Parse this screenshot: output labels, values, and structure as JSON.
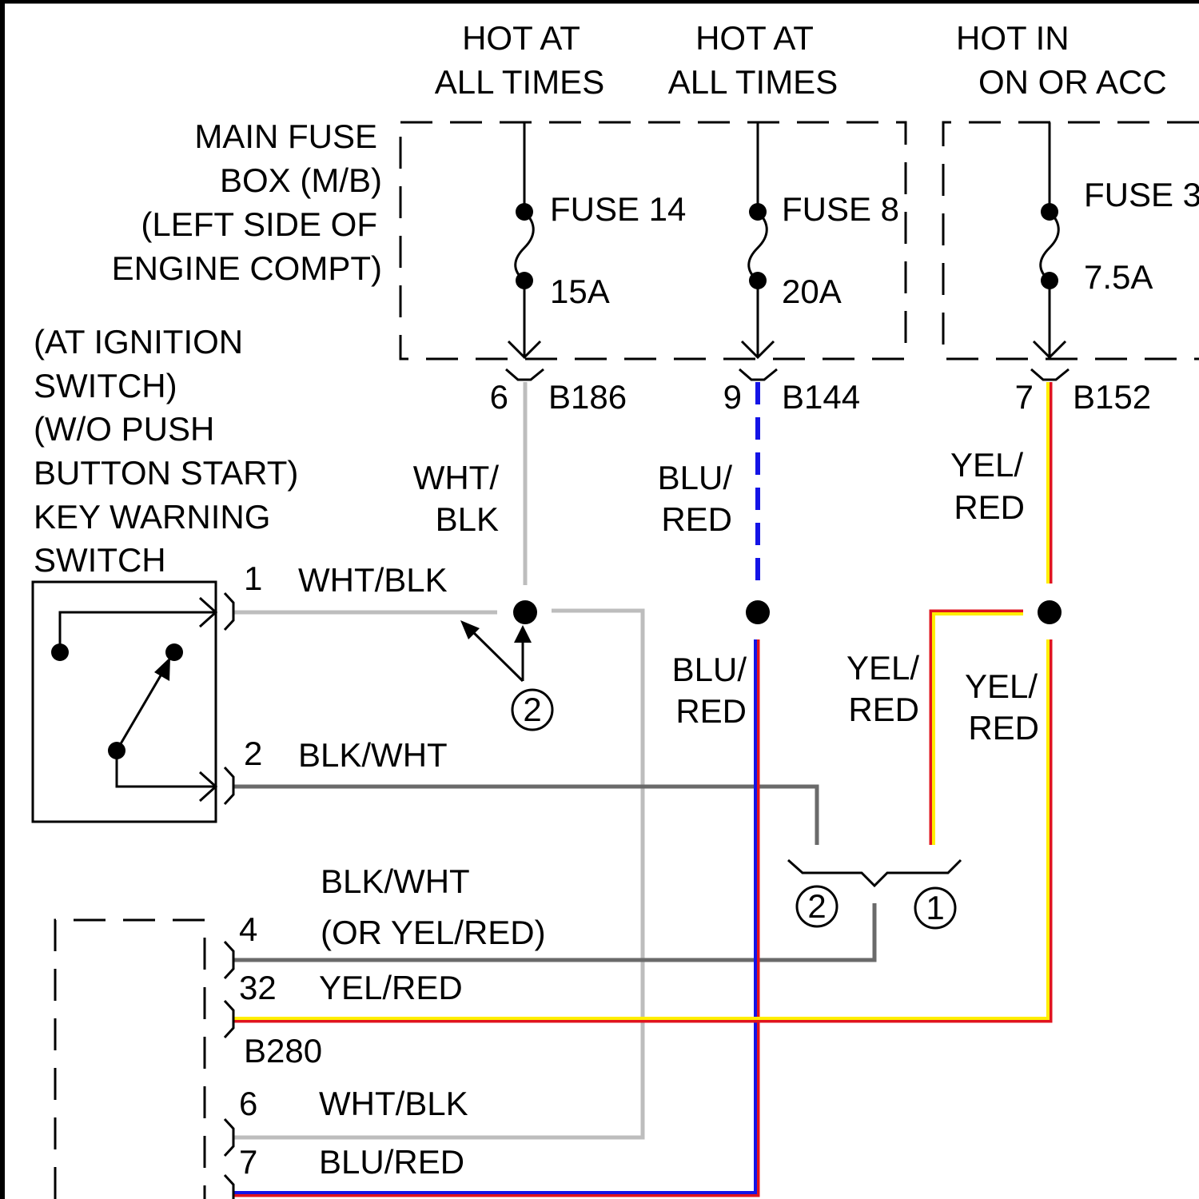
{
  "colors": {
    "wht_blk": "#bdbdbd",
    "blk_wht": "#6a6a6a",
    "blue": "#1414e6",
    "red": "#e0141e",
    "yellow": "#ffee00",
    "frame": "#000000"
  },
  "supply_labels": {
    "col1_line1": "HOT AT",
    "col1_line2": "ALL TIMES",
    "col2_line1": "HOT AT",
    "col2_line2": "ALL TIMES",
    "col3_line1": "HOT IN",
    "col3_line2": "ON OR ACC"
  },
  "fuse_box": {
    "line1": "MAIN FUSE",
    "line2": "BOX (M/B)",
    "line3": "(LEFT SIDE OF",
    "line4": "ENGINE COMPT)"
  },
  "fuses": [
    {
      "name": "FUSE 14",
      "rating": "15A",
      "pin": "6",
      "connector": "B186"
    },
    {
      "name": "FUSE 8",
      "rating": "20A",
      "pin": "9",
      "connector": "B144"
    },
    {
      "name": "FUSE 3",
      "rating": "7.5A",
      "pin": "7",
      "connector": "B152"
    }
  ],
  "switch_label": {
    "line1": "(AT IGNITION",
    "line2": "SWITCH)",
    "line3": "(W/O PUSH",
    "line4": "BUTTON START)",
    "line5": "KEY WARNING",
    "line6": "SWITCH"
  },
  "switch_pins": [
    {
      "pin": "1",
      "wire": "WHT/BLK"
    },
    {
      "pin": "2",
      "wire": "BLK/WHT"
    }
  ],
  "wire_labels": {
    "wht_line1": "WHT/",
    "wht_line2": "BLK",
    "blu_upper_line1": "BLU/",
    "blu_upper_line2": "RED",
    "yel_upper_line1": "YEL/",
    "yel_upper_line2": "RED",
    "blu_lower_line1": "BLU/",
    "blu_lower_line2": "RED",
    "yel_mid_line1": "YEL/",
    "yel_mid_line2": "RED",
    "yel_right_line1": "YEL/",
    "yel_right_line2": "RED"
  },
  "circled": {
    "splice_ref": "2",
    "option_left": "2",
    "option_right": "1"
  },
  "b280": {
    "connector": "B280",
    "pin4": "4",
    "pin4_wire_line1": "BLK/WHT",
    "pin4_wire_line2": "(OR YEL/RED)",
    "pin32": "32",
    "pin32_wire": "YEL/RED",
    "pin6": "6",
    "pin6_wire": "WHT/BLK",
    "pin7": "7",
    "pin7_wire": "BLU/RED"
  }
}
